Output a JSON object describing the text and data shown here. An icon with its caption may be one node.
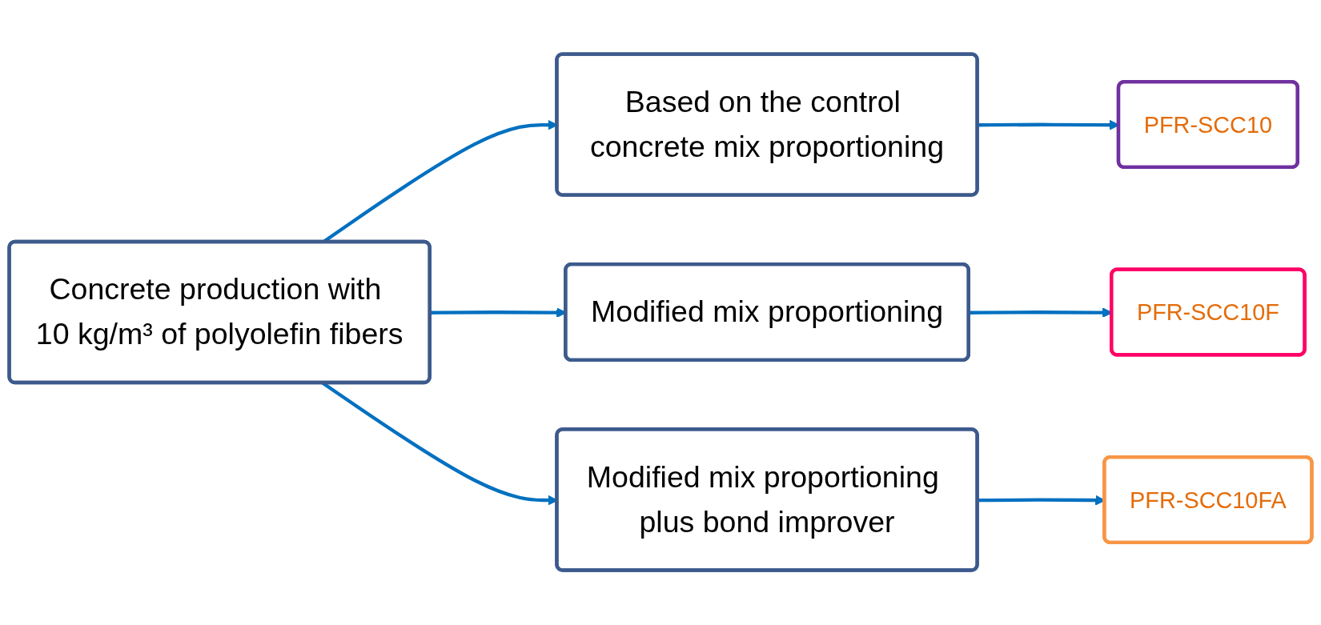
{
  "diagram": {
    "nodes": [
      {
        "text": [
          "Concrete production with 10 kg/m³ of polyolefin fibers"
        ]
      },
      {
        "text": [
          "Based on the control concrete mix proportioning"
        ]
      },
      {
        "text": [
          "Modified mix proportioning"
        ]
      },
      {
        "text": [
          "Modified mix proportioning plus bond improver"
        ]
      },
      {
        "text": [
          "PFR-SCC10"
        ]
      },
      {
        "text": [
          "PFR-SCC10F"
        ]
      },
      {
        "text": [
          "PFR-SCC10FA"
        ]
      }
    ],
    "edges": [
      {
        "from": 0,
        "to": 1,
        "arrow": "to"
      },
      {
        "from": 0,
        "to": 2,
        "arrow": "to"
      },
      {
        "from": 0,
        "to": 3,
        "arrow": "to"
      },
      {
        "from": 1,
        "to": 4,
        "arrow": "to"
      },
      {
        "from": 2,
        "to": 5,
        "arrow": "to"
      },
      {
        "from": 3,
        "to": 6,
        "arrow": "to"
      }
    ]
  }
}
